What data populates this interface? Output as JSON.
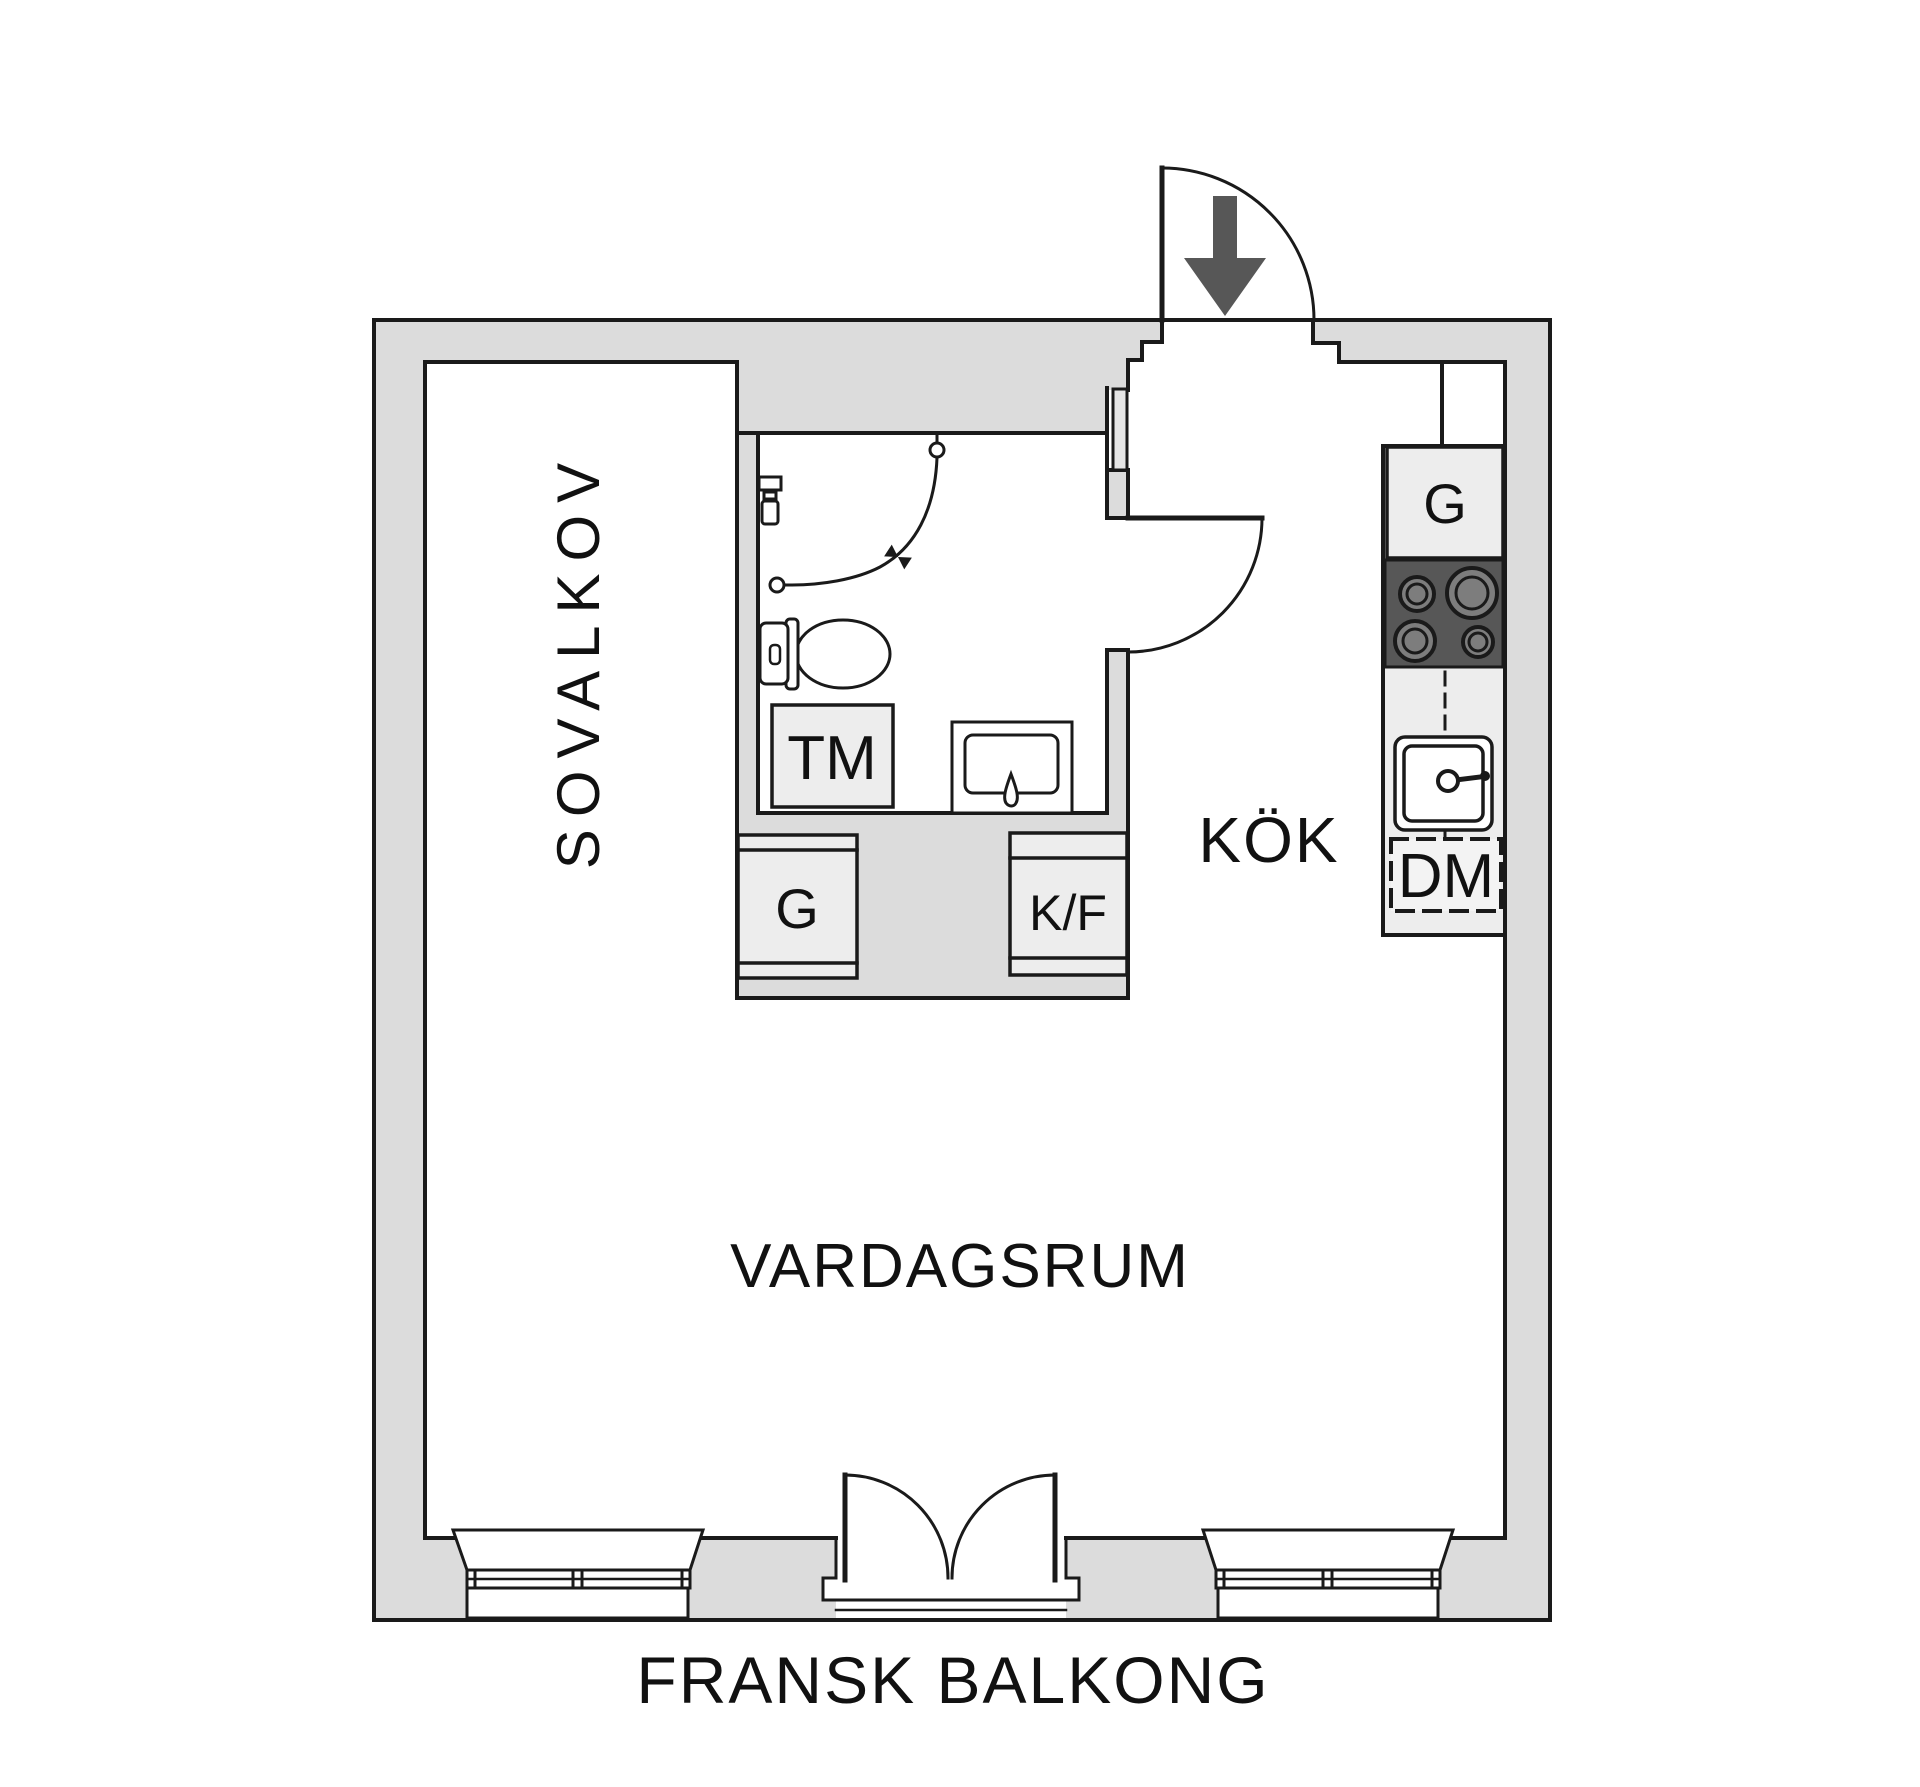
{
  "plan": {
    "labels": {
      "sleeping_alcove": "SOVALKOV",
      "kitchen": "KÖK",
      "living_room": "VARDAGSRUM",
      "french_balcony": "FRANSK BALKONG",
      "washing_machine": "TM",
      "hall_wardrobe": "G",
      "fridge_freezer": "K/F",
      "kitchen_cabinet": "G",
      "dishwasher": "DM"
    },
    "colors": {
      "background": "#ffffff",
      "wall_fill": "#dcdcdc",
      "line": "#1a1a1a",
      "cabinet_fill": "#ededed",
      "cabinet_fill_light": "#f3f3f3",
      "stove_fill": "#575757",
      "burner_fill": "#7d7d7d",
      "arrow_fill": "#575757",
      "door_panel_fill": "#e6e6e6",
      "text": "#111111"
    }
  }
}
